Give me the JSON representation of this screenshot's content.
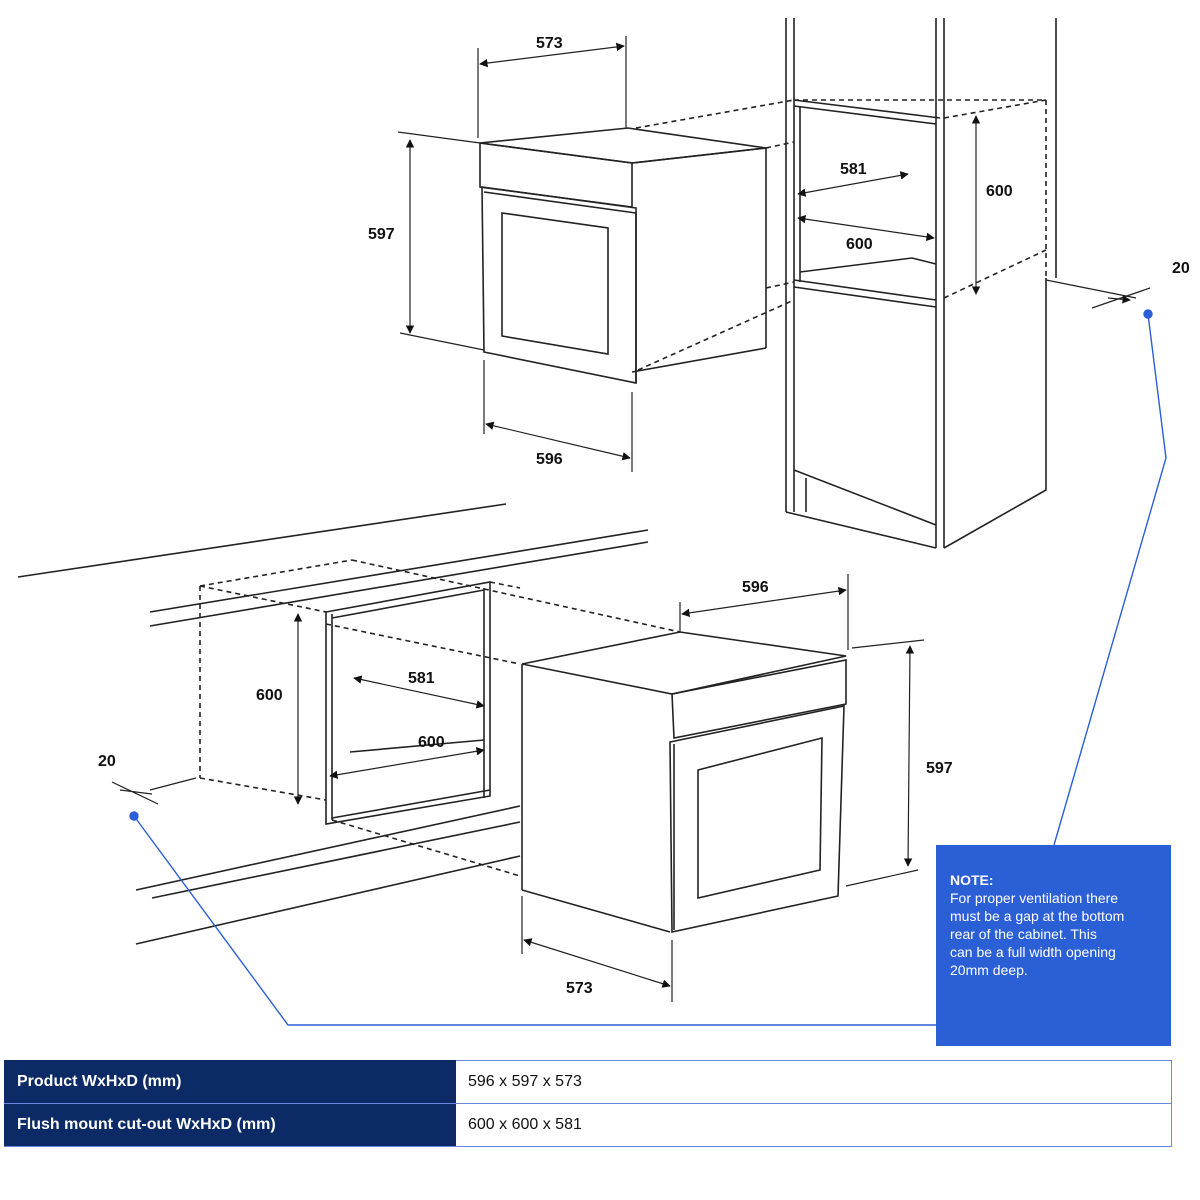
{
  "top_diagram": {
    "dim_depth_top": "573",
    "dim_height_left": "597",
    "dim_width_bottom": "596",
    "cutout_depth": "581",
    "cutout_width": "600",
    "cutout_height": "600",
    "vent_gap": "20"
  },
  "bottom_diagram": {
    "dim_width_top": "596",
    "dim_height_right": "597",
    "dim_depth_bottom": "573",
    "cutout_height": "600",
    "cutout_depth": "581",
    "cutout_width": "600",
    "vent_gap": "20"
  },
  "note": {
    "title": "NOTE:",
    "lines": [
      "For proper ventilation there",
      "must be a gap at the bottom",
      "rear of the cabinet. This",
      "can be a full width opening",
      "20mm deep."
    ]
  },
  "specs": {
    "rows": [
      {
        "label": "Product WxHxD (mm)",
        "value": "596 x 597 x 573"
      },
      {
        "label": "Flush mount cut-out WxHxD (mm)",
        "value": "600 x 600 x 581"
      }
    ]
  },
  "colors": {
    "accent": "#2b5fd6",
    "header": "#0b2a66",
    "border": "#6a86df"
  }
}
